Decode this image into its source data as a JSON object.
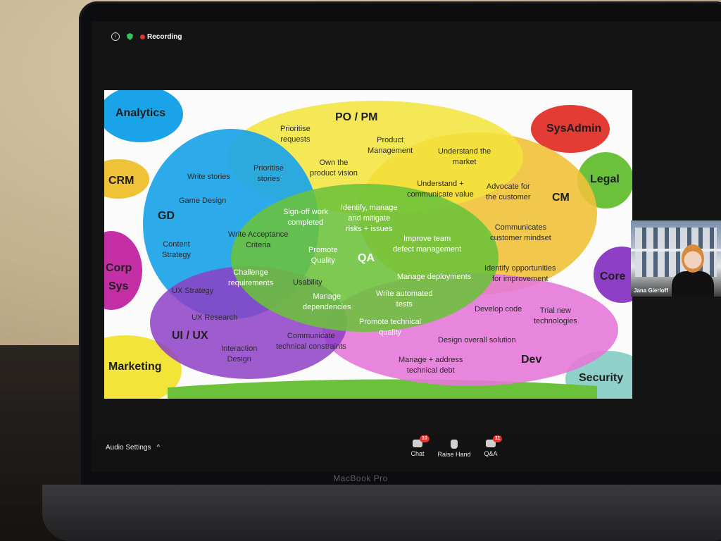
{
  "meeting": {
    "recording_label": "Recording"
  },
  "slide": {
    "areas": {
      "po_pm": "PO / PM",
      "gd": "GD",
      "cm": "CM",
      "qa": "QA",
      "ui_ux": "UI / UX",
      "dev": "Dev"
    },
    "side_labels": {
      "analytics": "Analytics",
      "crm": "CRM",
      "corp_sys": [
        "Corp",
        "Sys"
      ],
      "marketing": "Marketing",
      "sysadmin": "SysAdmin",
      "legal": "Legal",
      "core": "Core",
      "security": "Security"
    },
    "items": {
      "prioritise_requests": [
        "Prioritise",
        "requests"
      ],
      "product_management": [
        "Product",
        "Management"
      ],
      "own_product_vision": [
        "Own the",
        "product vision"
      ],
      "understand_market": [
        "Understand the",
        "market"
      ],
      "prioritise_stories": [
        "Prioritise",
        "stories"
      ],
      "write_stories": "Write stories",
      "understand_communicate_value": [
        "Understand +",
        "communicate value"
      ],
      "advocate_customer": [
        "Advocate for",
        "the customer"
      ],
      "game_design": "Game Design",
      "signoff_work": [
        "Sign-off work",
        "completed"
      ],
      "identify_manage_risks": [
        "Identify, manage",
        "and mitigate",
        "risks + issues"
      ],
      "write_acceptance": [
        "Write Acceptance",
        "Criteria"
      ],
      "improve_team": [
        "Improve team",
        "defect management"
      ],
      "communicates_mindset": [
        "Communicates",
        "customer mindset"
      ],
      "content_strategy": [
        "Content",
        "Strategy"
      ],
      "promote_quality": [
        "Promote",
        "Quality"
      ],
      "challenge_requirements": [
        "Challenge",
        "requirements"
      ],
      "usability": "Usability",
      "manage_deployments": "Manage deployments",
      "identify_opportunities": [
        "Identify opportunities",
        "for improvement"
      ],
      "ux_strategy": "UX Strategy",
      "manage_dependencies": [
        "Manage",
        "dependencies"
      ],
      "write_automated_tests": [
        "Write automated",
        "tests"
      ],
      "develop_code": "Develop code",
      "trial_new_tech": [
        "Trial new",
        "technologies"
      ],
      "ux_research": "UX Research",
      "promote_technical_quality": [
        "Promote technical",
        "quality"
      ],
      "communicate_constraints": [
        "Communicate",
        "technical constraints"
      ],
      "design_overall_solution": "Design overall solution",
      "interaction_design": [
        "Interaction",
        "Design"
      ],
      "manage_tech_debt": [
        "Manage + address",
        "technical debt"
      ]
    }
  },
  "participant": {
    "name": "Jana Gierloff"
  },
  "controls": {
    "audio_settings": "Audio Settings",
    "chat": "Chat",
    "chat_badge": "10",
    "raise_hand": "Raise Hand",
    "qa": "Q&A",
    "qa_badge": "11"
  },
  "device": {
    "model": "MacBook Pro"
  },
  "colors": {
    "yellow": "#f3e43a",
    "blue": "#1aa3e8",
    "green": "#6bc23a",
    "purple": "#8e3fc6",
    "pink": "#e678d8",
    "orange": "#f0c238",
    "red": "#e23c35",
    "teal": "#8fd1c9",
    "magenta": "#c52fa6"
  }
}
